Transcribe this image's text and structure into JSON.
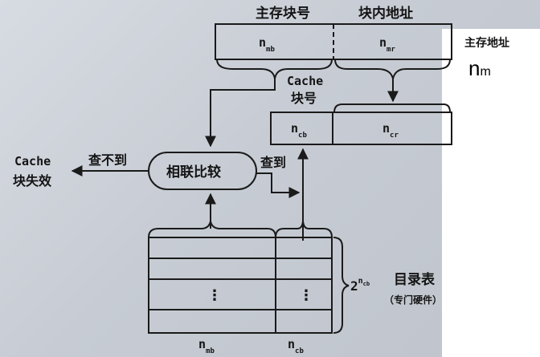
{
  "main_address": {
    "title_block": "主存块号",
    "title_inblock": "块内地址",
    "field_block": "n",
    "field_block_sub": "mb",
    "field_inblock": "n",
    "field_inblock_sub": "mr"
  },
  "side_note": {
    "label": "主存地址",
    "var": "n",
    "var_sub": "m"
  },
  "cache_address": {
    "title_line1": "Cache",
    "title_line2": "块号",
    "field_block": "n",
    "field_block_sub": "cb",
    "field_inblock": "n",
    "field_inblock_sub": "cr"
  },
  "compare": {
    "label": "相联比较",
    "miss": "查不到",
    "hit": "查到"
  },
  "cache_miss": {
    "line1": "Cache",
    "line2": "块失效"
  },
  "directory": {
    "size_base": "2",
    "size_exp": "n",
    "size_exp_sub": "cb",
    "title": "目录表",
    "subtitle": "（专门硬件）",
    "dots": "⋮",
    "bottom_left": "n",
    "bottom_left_sub": "mb",
    "bottom_right": "n",
    "bottom_right_sub": "cb"
  }
}
